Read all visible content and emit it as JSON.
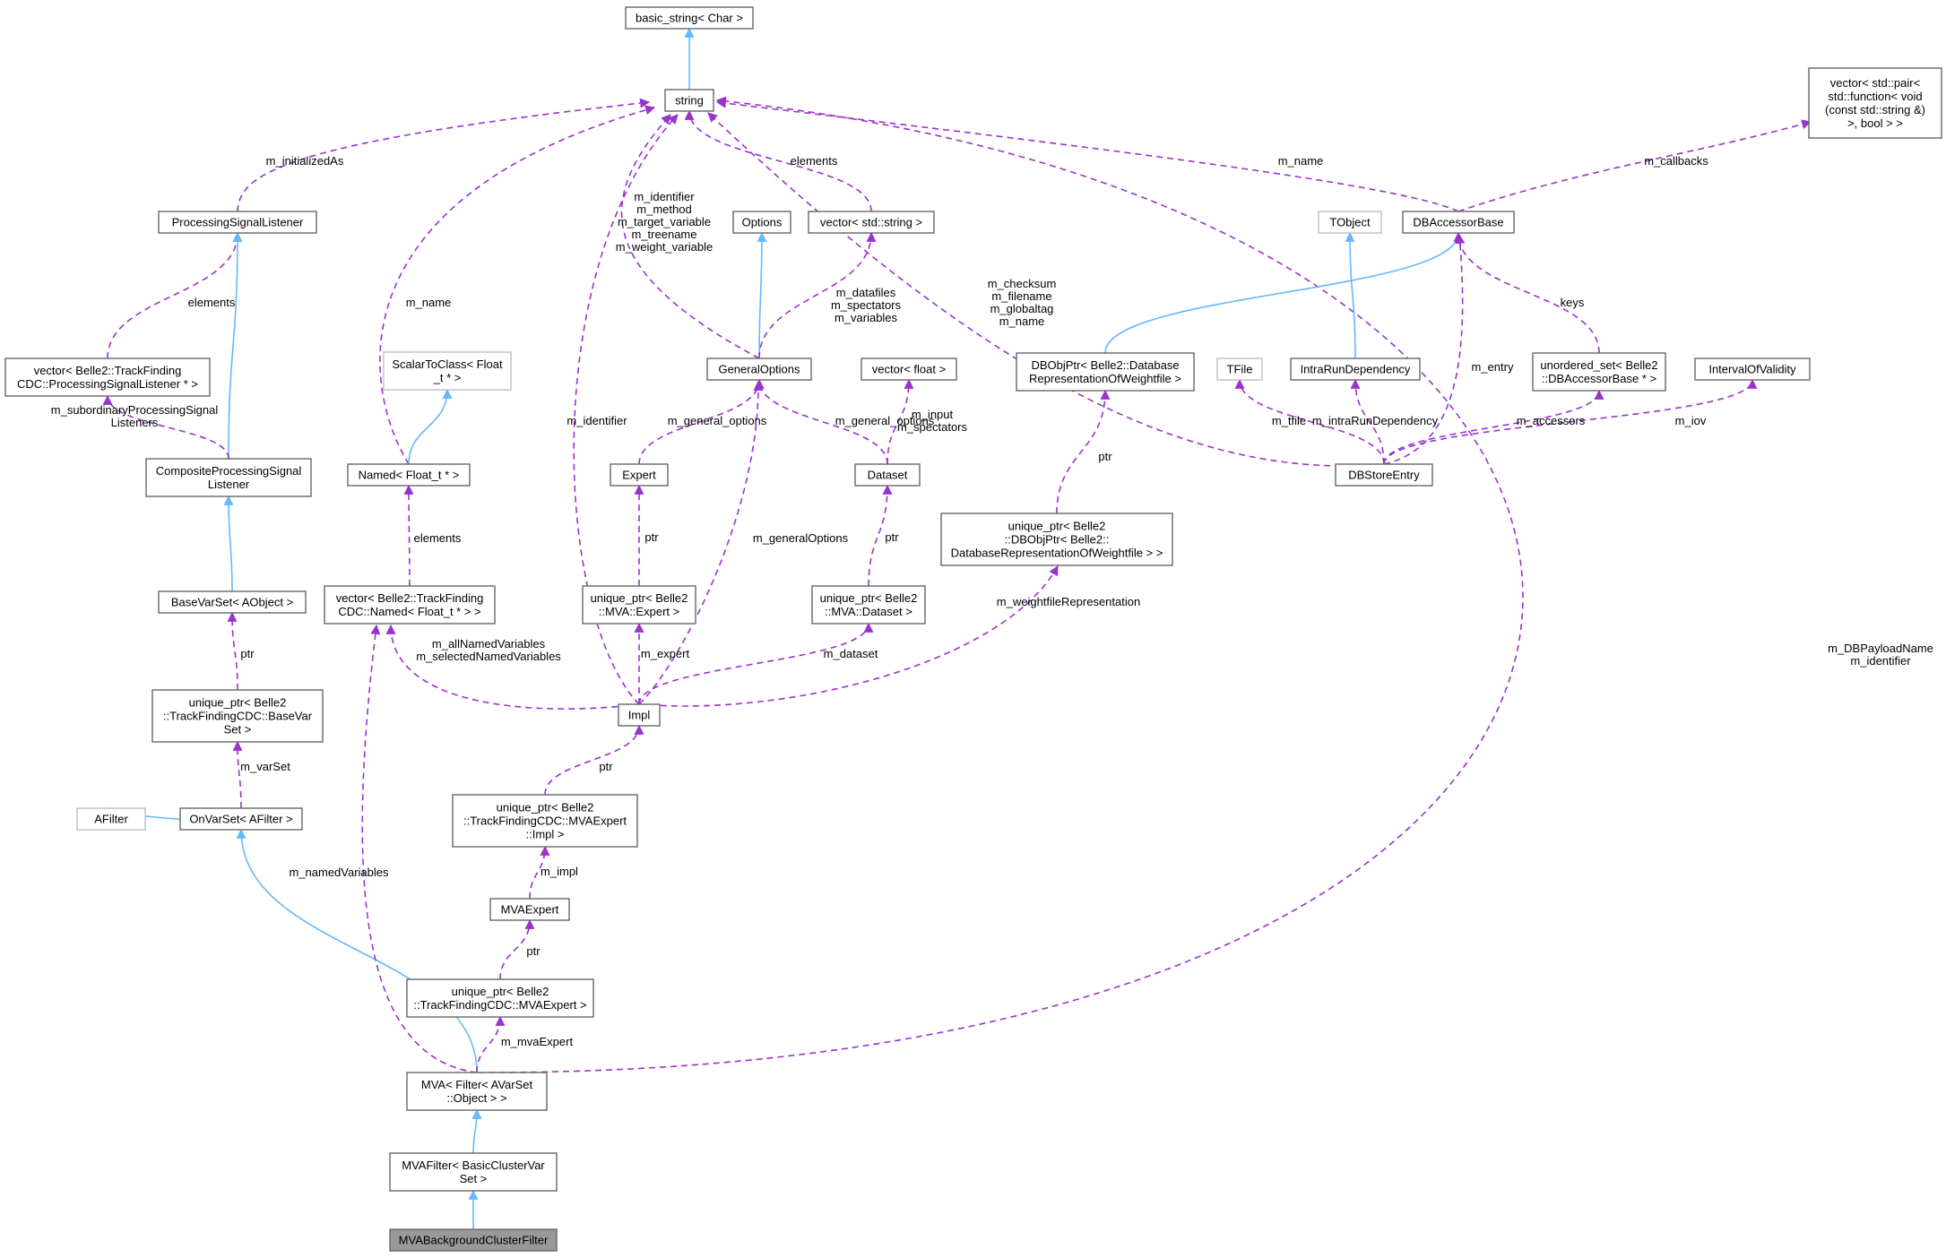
{
  "diagram": {
    "colors": {
      "inherit": "#63b8ff",
      "use": "#9a32cd",
      "focus_fill": "#999999",
      "border": "#666666",
      "gray_border": "#bfbfbf"
    },
    "nodes": [
      {
        "id": "basic_string",
        "lines": [
          "basic_string< Char >"
        ]
      },
      {
        "id": "string",
        "lines": [
          "string"
        ]
      },
      {
        "id": "vector_pair",
        "lines": [
          "vector< std::pair<",
          "std::function< void",
          "(const std::string &)",
          ">, bool > >"
        ]
      },
      {
        "id": "ProcessingSignalListener",
        "lines": [
          "ProcessingSignalListener"
        ]
      },
      {
        "id": "vector_PSL",
        "lines": [
          "vector< Belle2::TrackFinding",
          "CDC::ProcessingSignalListener * >"
        ]
      },
      {
        "id": "CompositeProcessingSignalListener",
        "lines": [
          "CompositeProcessingSignal",
          "Listener"
        ]
      },
      {
        "id": "BaseVarSet",
        "lines": [
          "BaseVarSet< AObject >"
        ]
      },
      {
        "id": "unique_ptr_BaseVarSet",
        "lines": [
          "unique_ptr< Belle2",
          "::TrackFindingCDC::BaseVar",
          "Set >"
        ]
      },
      {
        "id": "AFilter",
        "lines": [
          "AFilter"
        ],
        "gray": true
      },
      {
        "id": "OnVarSet",
        "lines": [
          "OnVarSet< AFilter >"
        ]
      },
      {
        "id": "ScalarToClass",
        "lines": [
          "ScalarToClass< Float",
          "_t * >"
        ],
        "gray": true
      },
      {
        "id": "Named",
        "lines": [
          "Named< Float_t * >"
        ]
      },
      {
        "id": "vector_Named",
        "lines": [
          "vector< Belle2::TrackFinding",
          "CDC::Named< Float_t * > >"
        ]
      },
      {
        "id": "Options",
        "lines": [
          "Options"
        ]
      },
      {
        "id": "vector_string",
        "lines": [
          "vector< std::string >"
        ]
      },
      {
        "id": "GeneralOptions",
        "lines": [
          "GeneralOptions"
        ]
      },
      {
        "id": "vector_float",
        "lines": [
          "vector< float >"
        ]
      },
      {
        "id": "Expert",
        "lines": [
          "Expert"
        ]
      },
      {
        "id": "Dataset",
        "lines": [
          "Dataset"
        ]
      },
      {
        "id": "unique_ptr_Expert",
        "lines": [
          "unique_ptr< Belle2",
          "::MVA::Expert >"
        ]
      },
      {
        "id": "unique_ptr_Dataset",
        "lines": [
          "unique_ptr< Belle2",
          "::MVA::Dataset >"
        ]
      },
      {
        "id": "Impl",
        "lines": [
          "Impl"
        ]
      },
      {
        "id": "unique_ptr_Impl",
        "lines": [
          "unique_ptr< Belle2",
          "::TrackFindingCDC::MVAExpert",
          "::Impl >"
        ]
      },
      {
        "id": "MVAExpert",
        "lines": [
          "MVAExpert"
        ]
      },
      {
        "id": "unique_ptr_MVAExpert",
        "lines": [
          "unique_ptr< Belle2",
          "::TrackFindingCDC::MVAExpert >"
        ]
      },
      {
        "id": "MVA",
        "lines": [
          "MVA< Filter< AVarSet",
          "::Object > >"
        ]
      },
      {
        "id": "MVAFilter",
        "lines": [
          "MVAFilter< BasicClusterVar",
          "Set >"
        ]
      },
      {
        "id": "MVABackgroundClusterFilter",
        "lines": [
          "MVABackgroundClusterFilter"
        ],
        "focus": true
      },
      {
        "id": "TObject",
        "lines": [
          "TObject"
        ],
        "gray": true
      },
      {
        "id": "DBAccessorBase",
        "lines": [
          "DBAccessorBase"
        ]
      },
      {
        "id": "DBObjPtr",
        "lines": [
          "DBObjPtr< Belle2::Database",
          "RepresentationOfWeightfile >"
        ]
      },
      {
        "id": "TFile",
        "lines": [
          "TFile"
        ],
        "gray": true
      },
      {
        "id": "IntraRunDependency",
        "lines": [
          "IntraRunDependency"
        ]
      },
      {
        "id": "unordered_set",
        "lines": [
          "unordered_set< Belle2",
          "::DBAccessorBase * >"
        ]
      },
      {
        "id": "IntervalOfValidity",
        "lines": [
          "IntervalOfValidity"
        ]
      },
      {
        "id": "DBStoreEntry",
        "lines": [
          "DBStoreEntry"
        ]
      },
      {
        "id": "unique_ptr_DBObjPtr",
        "lines": [
          "unique_ptr< Belle2",
          "::DBObjPtr< Belle2::",
          "DatabaseRepresentationOfWeightfile > >"
        ]
      }
    ],
    "edges": [
      {
        "from": "string",
        "to": "basic_string",
        "kind": "inherit"
      },
      {
        "from": "ProcessingSignalListener",
        "to": "string",
        "kind": "use",
        "label": [
          "m_initializedAs"
        ]
      },
      {
        "from": "vector_PSL",
        "to": "ProcessingSignalListener",
        "kind": "use",
        "label": [
          "elements"
        ]
      },
      {
        "from": "CompositeProcessingSignalListener",
        "to": "ProcessingSignalListener",
        "kind": "inherit"
      },
      {
        "from": "CompositeProcessingSignalListener",
        "to": "vector_PSL",
        "kind": "use",
        "label": [
          "m_subordinaryProcessingSignal",
          "Listeners"
        ]
      },
      {
        "from": "BaseVarSet",
        "to": "CompositeProcessingSignalListener",
        "kind": "inherit"
      },
      {
        "from": "unique_ptr_BaseVarSet",
        "to": "BaseVarSet",
        "kind": "use",
        "label": [
          "ptr"
        ]
      },
      {
        "from": "OnVarSet",
        "to": "AFilter",
        "kind": "inherit"
      },
      {
        "from": "OnVarSet",
        "to": "unique_ptr_BaseVarSet",
        "kind": "use",
        "label": [
          "m_varSet"
        ]
      },
      {
        "from": "Named",
        "to": "string",
        "kind": "use",
        "label": [
          "m_name"
        ]
      },
      {
        "from": "Named",
        "to": "ScalarToClass",
        "kind": "inherit"
      },
      {
        "from": "vector_Named",
        "to": "Named",
        "kind": "use",
        "label": [
          "elements"
        ]
      },
      {
        "from": "GeneralOptions",
        "to": "string",
        "kind": "use",
        "label": [
          "m_identifier",
          "m_method",
          "m_target_variable",
          "m_treename",
          "m_weight_variable"
        ]
      },
      {
        "from": "GeneralOptions",
        "to": "Options",
        "kind": "inherit"
      },
      {
        "from": "GeneralOptions",
        "to": "vector_string",
        "kind": "use",
        "label": [
          "m_datafiles",
          "m_spectators",
          "m_variables"
        ]
      },
      {
        "from": "vector_string",
        "to": "string",
        "kind": "use",
        "label": [
          "elements"
        ]
      },
      {
        "from": "Expert",
        "to": "GeneralOptions",
        "kind": "use",
        "label": [
          "m_general_options"
        ]
      },
      {
        "from": "Dataset",
        "to": "GeneralOptions",
        "kind": "use",
        "label": [
          "m_general_options"
        ]
      },
      {
        "from": "Dataset",
        "to": "vector_float",
        "kind": "use",
        "label": [
          "m_input",
          "m_spectators"
        ]
      },
      {
        "from": "unique_ptr_Expert",
        "to": "Expert",
        "kind": "use",
        "label": [
          "ptr"
        ]
      },
      {
        "from": "unique_ptr_Dataset",
        "to": "Dataset",
        "kind": "use",
        "label": [
          "ptr"
        ]
      },
      {
        "from": "Impl",
        "to": "string",
        "kind": "use",
        "label": [
          "m_identifier"
        ]
      },
      {
        "from": "Impl",
        "to": "GeneralOptions",
        "kind": "use",
        "label": [
          "m_generalOptions"
        ]
      },
      {
        "from": "Impl",
        "to": "vector_Named",
        "kind": "use",
        "label": [
          "m_allNamedVariables",
          "m_selectedNamedVariables"
        ]
      },
      {
        "from": "Impl",
        "to": "unique_ptr_Expert",
        "kind": "use",
        "label": [
          "m_expert"
        ]
      },
      {
        "from": "Impl",
        "to": "unique_ptr_Dataset",
        "kind": "use",
        "label": [
          "m_dataset"
        ]
      },
      {
        "from": "Impl",
        "to": "unique_ptr_DBObjPtr",
        "kind": "use",
        "label": [
          "m_weightfileRepresentation"
        ]
      },
      {
        "from": "unique_ptr_Impl",
        "to": "Impl",
        "kind": "use",
        "label": [
          "ptr"
        ]
      },
      {
        "from": "MVAExpert",
        "to": "unique_ptr_Impl",
        "kind": "use",
        "label": [
          "m_impl"
        ]
      },
      {
        "from": "unique_ptr_MVAExpert",
        "to": "MVAExpert",
        "kind": "use",
        "label": [
          "ptr"
        ]
      },
      {
        "from": "MVA",
        "to": "OnVarSet",
        "kind": "inherit"
      },
      {
        "from": "MVA",
        "to": "vector_Named",
        "kind": "use",
        "label": [
          "m_namedVariables"
        ]
      },
      {
        "from": "MVA",
        "to": "unique_ptr_MVAExpert",
        "kind": "use",
        "label": [
          "m_mvaExpert"
        ]
      },
      {
        "from": "MVA",
        "to": "string",
        "kind": "use",
        "label": [
          "m_DBPayloadName",
          "m_identifier"
        ]
      },
      {
        "from": "MVAFilter",
        "to": "MVA",
        "kind": "inherit"
      },
      {
        "from": "MVABackgroundClusterFilter",
        "to": "MVAFilter",
        "kind": "inherit"
      },
      {
        "from": "DBAccessorBase",
        "to": "string",
        "kind": "use",
        "label": [
          "m_name"
        ]
      },
      {
        "from": "DBAccessorBase",
        "to": "vector_pair",
        "kind": "use",
        "label": [
          "m_callbacks"
        ]
      },
      {
        "from": "DBObjPtr",
        "to": "DBAccessorBase",
        "kind": "inherit"
      },
      {
        "from": "IntraRunDependency",
        "to": "TObject",
        "kind": "inherit"
      },
      {
        "from": "unordered_set",
        "to": "DBAccessorBase",
        "kind": "use",
        "label": [
          "keys"
        ]
      },
      {
        "from": "DBStoreEntry",
        "to": "string",
        "kind": "use",
        "label": [
          "m_checksum",
          "m_filename",
          "m_globaltag",
          "m_name"
        ]
      },
      {
        "from": "DBStoreEntry",
        "to": "DBAccessorBase",
        "kind": "use",
        "label": [
          "m_entry"
        ]
      },
      {
        "from": "DBStoreEntry",
        "to": "TFile",
        "kind": "use",
        "label": [
          "m_tfile"
        ]
      },
      {
        "from": "DBStoreEntry",
        "to": "IntraRunDependency",
        "kind": "use",
        "label": [
          "m_intraRunDependency"
        ]
      },
      {
        "from": "DBStoreEntry",
        "to": "unordered_set",
        "kind": "use",
        "label": [
          "m_accessors"
        ]
      },
      {
        "from": "DBStoreEntry",
        "to": "IntervalOfValidity",
        "kind": "use",
        "label": [
          "m_iov"
        ]
      },
      {
        "from": "unique_ptr_DBObjPtr",
        "to": "DBObjPtr",
        "kind": "use",
        "label": [
          "ptr"
        ]
      }
    ]
  }
}
